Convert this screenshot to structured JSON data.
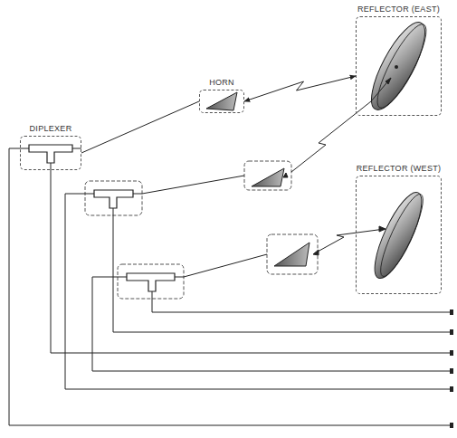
{
  "diagram": {
    "nodes": [
      {
        "text": [
          "REFLECTOR (EAST)"
        ]
      },
      {
        "text": [
          "HORN"
        ]
      },
      {
        "text": [
          "DIPLEXER"
        ]
      },
      {
        "text": [
          "REFLECTOR (WEST)"
        ]
      }
    ],
    "edges": [
      {
        "from": 2,
        "to": 1,
        "arrow": "none"
      },
      {
        "from": 1,
        "to": 0,
        "arrow": "both"
      }
    ]
  }
}
